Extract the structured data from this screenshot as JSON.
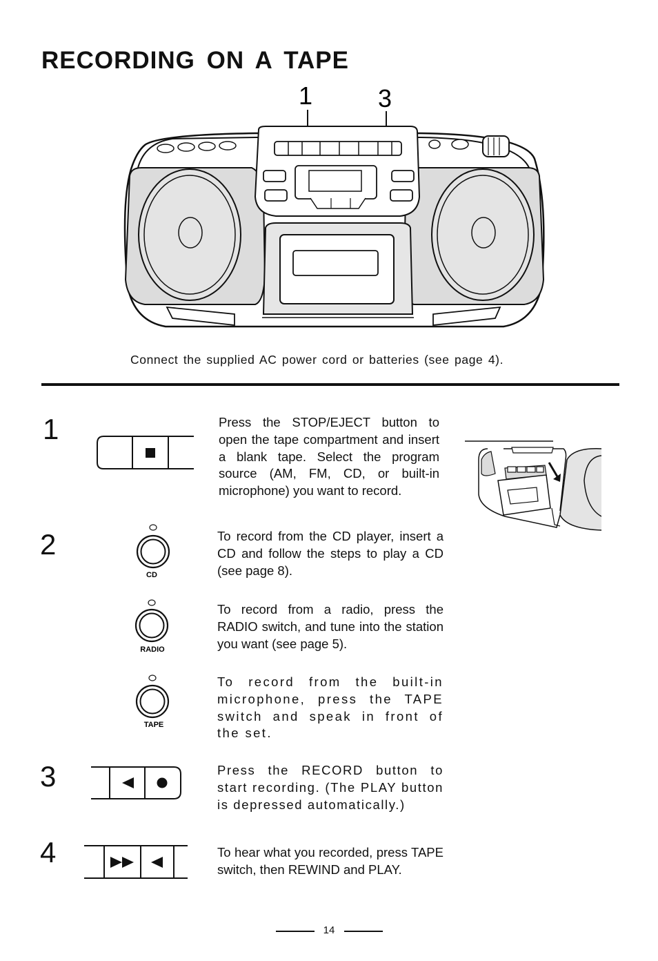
{
  "page": {
    "title": "RECORDING ON A TAPE",
    "figure_callouts": [
      "1",
      "3"
    ],
    "caption": "Connect the supplied AC power cord or batteries (see page 4).",
    "page_number": "14"
  },
  "steps": [
    {
      "number": "1",
      "text": "Press the STOP/EJECT button to open the tape compartment and insert a blank tape.  Select the program source (AM, FM, CD, or built-in microphone) you want to record."
    },
    {
      "number": "2",
      "text": "To record from the CD player, insert a CD and follow the steps to play a CD (see page 8)."
    },
    {
      "number": "",
      "text": "To record from a radio, press the RADIO switch, and tune into the station you want (see page 5)."
    },
    {
      "number": "",
      "text": "To record from the built-in microphone, press the TAPE switch and speak in front of the set."
    },
    {
      "number": "3",
      "text": "Press the RECORD button to start recording. (The PLAY button is depressed automatically.)"
    },
    {
      "number": "4",
      "text": "To hear what you recorded, press TAPE switch, then REWIND and PLAY."
    }
  ],
  "buttons": {
    "cd_label": "CD",
    "radio_label": "RADIO",
    "tape_label": "TAPE"
  },
  "icons": {
    "stop": "stop-square-icon",
    "play": "play-triangle-icon",
    "record": "record-dot-icon",
    "fast_forward": "fast-forward-icon"
  }
}
